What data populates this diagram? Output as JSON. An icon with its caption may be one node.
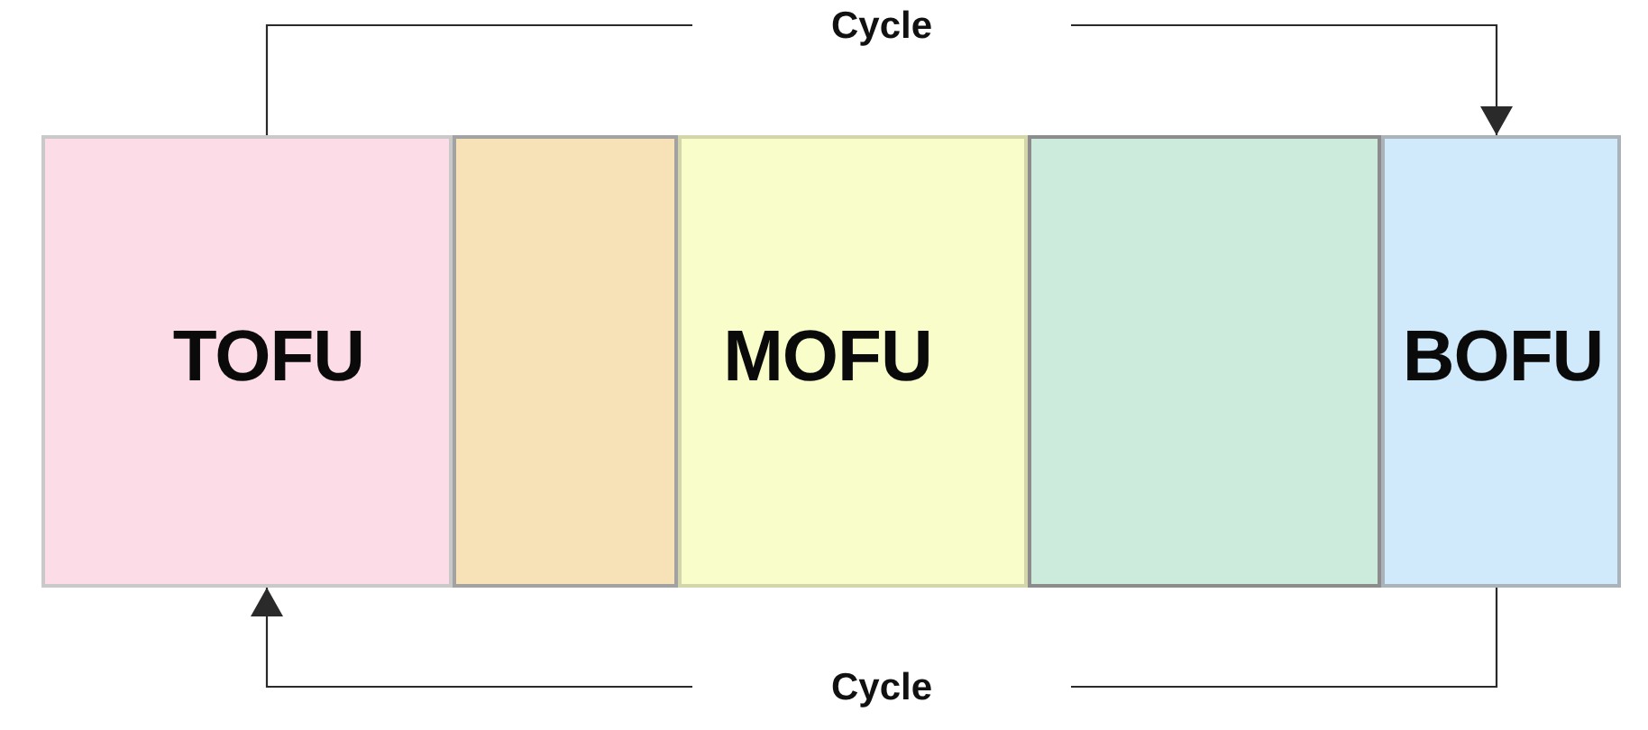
{
  "diagram": {
    "nodes": [
      {
        "text": [
          "TOFU"
        ]
      },
      {
        "text": [],
        "shape": "box"
      },
      {
        "text": [
          "MOFU"
        ]
      },
      {
        "text": [],
        "shape": "box"
      },
      {
        "text": [
          "BOFU"
        ]
      }
    ],
    "edges": [
      {
        "from": 0,
        "to": 4,
        "arrow": "to",
        "label": "Cycle"
      },
      {
        "from": 4,
        "to": 0,
        "arrow": "to",
        "label": "Cycle"
      }
    ]
  }
}
